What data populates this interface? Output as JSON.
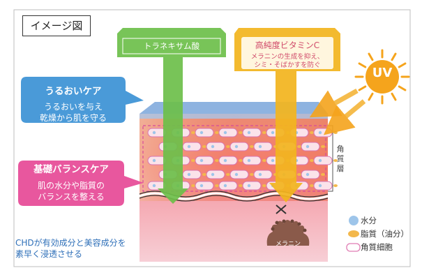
{
  "title": "イメージ図",
  "anti_inflammatory": {
    "title": "消炎成分",
    "ingredient": "トラネキサム酸"
  },
  "whitening": {
    "title": "美白有効成分",
    "ingredient": "高純度ビタミンC",
    "desc_line1": "メラニンの生成を抑え、",
    "desc_line2": "シミ・そばかすを防ぐ"
  },
  "moisture_care": {
    "title": "うるおいケア",
    "line1": "うるおいを与え",
    "line2": "乾燥から肌を守る"
  },
  "balance_care": {
    "title": "基礎バランスケア",
    "line1": "肌の水分や脂質の",
    "line2": "バランスを整える"
  },
  "uv": "UV",
  "stratum_corneum": "角質層",
  "melanin": "メラニン",
  "legend": {
    "water": "水分",
    "lipid": "脂質（油分）",
    "cell": "角質細胞"
  },
  "footer": {
    "line1": "CHDが有効成分と美容成分を",
    "line2": "素早く浸透させる"
  },
  "colors": {
    "green": "#6cbf4a",
    "yellow": "#f2b51f",
    "blue": "#4a9ad8",
    "pink": "#e8579e",
    "sun": "#f5a41c",
    "skin_top": "#f3786a",
    "skin_bottom": "#f6c4cc",
    "water": "#9ec5ea",
    "lipid": "#f3b84c"
  }
}
